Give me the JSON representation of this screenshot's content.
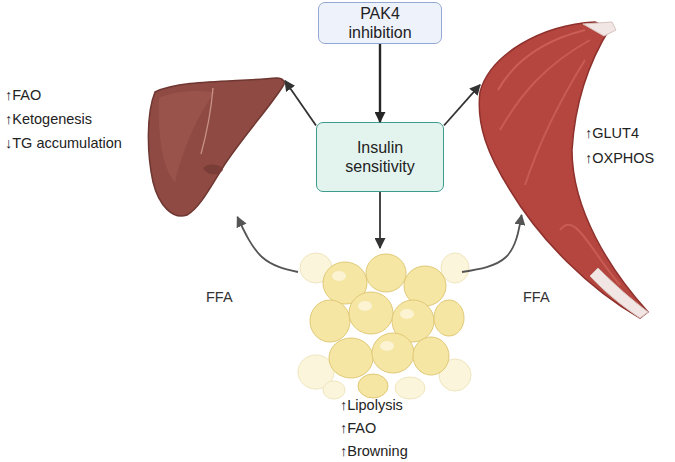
{
  "diagram": {
    "nodes": [
      {
        "text": [
          "PAK4 inhibition"
        ]
      },
      {
        "text": [
          "Insulin sensitivity"
        ]
      },
      {
        "text": [
          "↑FAO",
          "↑Ketogenesis",
          "↓TG accumulation"
        ]
      },
      {
        "text": [
          "↑GLUT4",
          "↑OXPHOS"
        ]
      },
      {
        "text": [
          "↑Lipolysis",
          "↑FAO",
          "↑Browning"
        ]
      }
    ],
    "edges": [
      {
        "from": 0,
        "to": 1,
        "arrow": "to"
      },
      {
        "from": 1,
        "to": 2,
        "arrow": "to"
      },
      {
        "from": 1,
        "to": 3,
        "arrow": "to"
      },
      {
        "from": 1,
        "to": 4,
        "arrow": "to"
      },
      {
        "from": 4,
        "to": 2,
        "label": "FFA",
        "arrow": "to"
      },
      {
        "from": 4,
        "to": 3,
        "label": "FFA",
        "arrow": "to"
      }
    ]
  }
}
